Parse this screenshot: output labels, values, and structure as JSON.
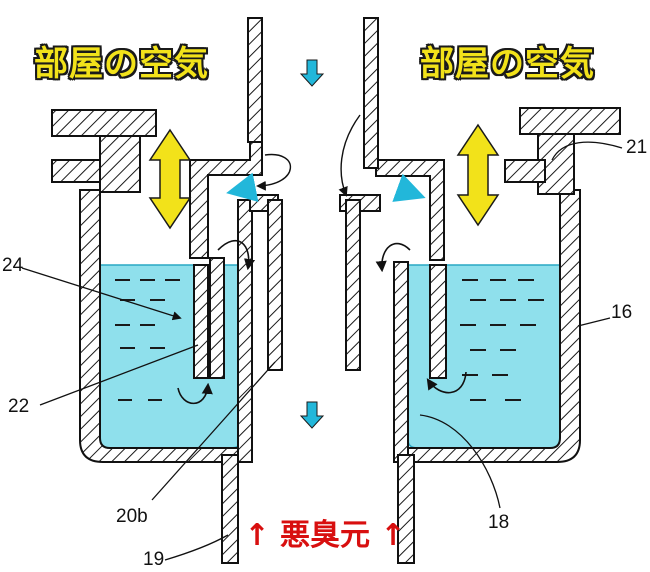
{
  "labels": {
    "room_air_left": "部屋の空気",
    "room_air_right": "部屋の空気",
    "odor_source": "↑ 悪臭元 ↑"
  },
  "callouts": {
    "n16": "16",
    "n18": "18",
    "n19": "19",
    "n20b": "20b",
    "n21": "21",
    "n22": "22",
    "n24": "24"
  },
  "colors": {
    "water": "#8fe0ec",
    "water_stroke": "#2aa8c4",
    "hatch": "#1a1a1a",
    "airflow_arrow": "#22b7da",
    "motion_arrow": "#f2e21a",
    "odor_text": "#d80f0f"
  }
}
